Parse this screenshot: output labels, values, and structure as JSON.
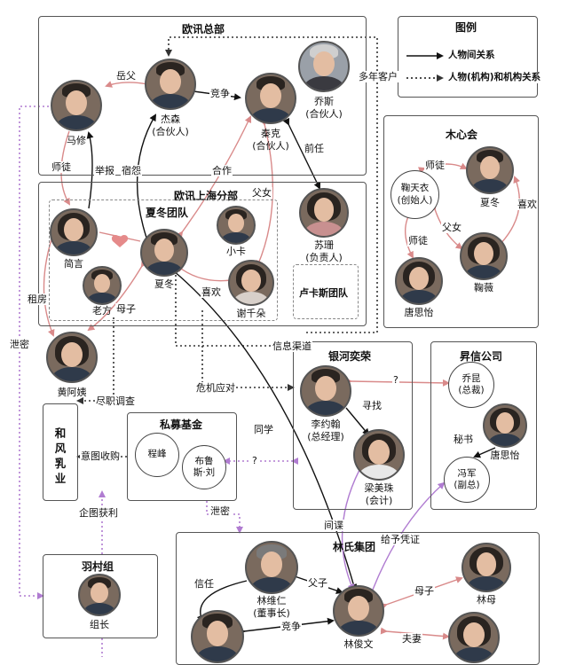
{
  "legend": {
    "title": "图例",
    "person_rel": "人物间关系",
    "org_rel": "人物(机构)和机构关系"
  },
  "groups": {
    "hq": "欧讯总部",
    "sh_branch": "欧讯上海分部",
    "xiadong_team": "夏冬团队",
    "lucas_team": "卢卡斯团队",
    "muxin": "木心会",
    "yinhe": "银河奕荣",
    "shengxin": "昇信公司",
    "private_fund": "私募基金",
    "hefeng": "和风乳业",
    "yucun": "羽村组",
    "linshi": "林氏集团"
  },
  "people": {
    "maxiu": "马修",
    "jiesen": "杰森",
    "jiesen_role": "(合伙人)",
    "qiaosi": "乔斯",
    "qiaosi_role": "(合伙人)",
    "qinke": "秦克",
    "qinke_role": "(合伙人)",
    "jianyan": "简言",
    "xiaoka": "小卡",
    "xiadong": "夏冬",
    "laofang": "老方",
    "xieqianduo": "谢千朵",
    "sushan": "苏珊",
    "sushan_role": "(负责人)",
    "huangayi": "黄阿姨",
    "jutianyi": "鞠天衣",
    "jutianyi_role": "(创始人)",
    "xiadong2": "夏冬",
    "juwei": "鞠薇",
    "tangsiyi": "唐思怡",
    "liyuehan": "李约翰",
    "liyuehan_role": "(总经理)",
    "liangmeizhu": "梁美珠",
    "liangmeizhu_role": "(会计)",
    "qiaokun": "乔昆",
    "qiaokun_role": "(总裁)",
    "tangsiyi2": "唐思怡",
    "fengjun": "冯军",
    "fengjun_role": "(副总)",
    "chengfeng": "程峰",
    "buluasi_1": "布鲁",
    "buluasi_2": "斯·刘",
    "zuzhang": "组长",
    "linweiren": "林维仁",
    "linweiren_role": "(董事长)",
    "linjunwen": "林俊文",
    "linmu": "林母"
  },
  "hefeng_chars": [
    "和",
    "风",
    "乳",
    "业"
  ],
  "relations": {
    "yuefu": "岳父",
    "jingzheng": "竞争",
    "duonian": "多年客户",
    "shitu1": "师徒",
    "jubao": "举报",
    "suyuan": "宿怨",
    "hezuo": "合作",
    "funv": "父女",
    "qianren": "前任",
    "shitu2": "师徒",
    "shitu3": "师徒",
    "funv2": "父女",
    "xihuan1": "喜欢",
    "zufang": "租房",
    "muzi1": "母子",
    "xihuan2": "喜欢",
    "xiemi1": "泄密",
    "xinxi": "信息渠道",
    "weiji": "危机应对",
    "jinzhi": "尽职调查",
    "xunzhao": "寻找",
    "q1": "?",
    "tongxue": "同学",
    "yitu": "意图收购",
    "q2": "?",
    "mishu": "秘书",
    "xiemi2": "泄密",
    "qitu": "企图获利",
    "jiandie": "间谍",
    "jiyu": "给予凭证",
    "xinren": "信任",
    "fuzi": "父子",
    "muzi2": "母子",
    "jingzheng2": "竞争",
    "fuqi": "夫妻"
  },
  "colors": {
    "person_line": "#111111",
    "org_line": "#333333",
    "pink_line": "#d98a8a",
    "purple_line": "#b07cd1",
    "box_border": "#555555"
  }
}
